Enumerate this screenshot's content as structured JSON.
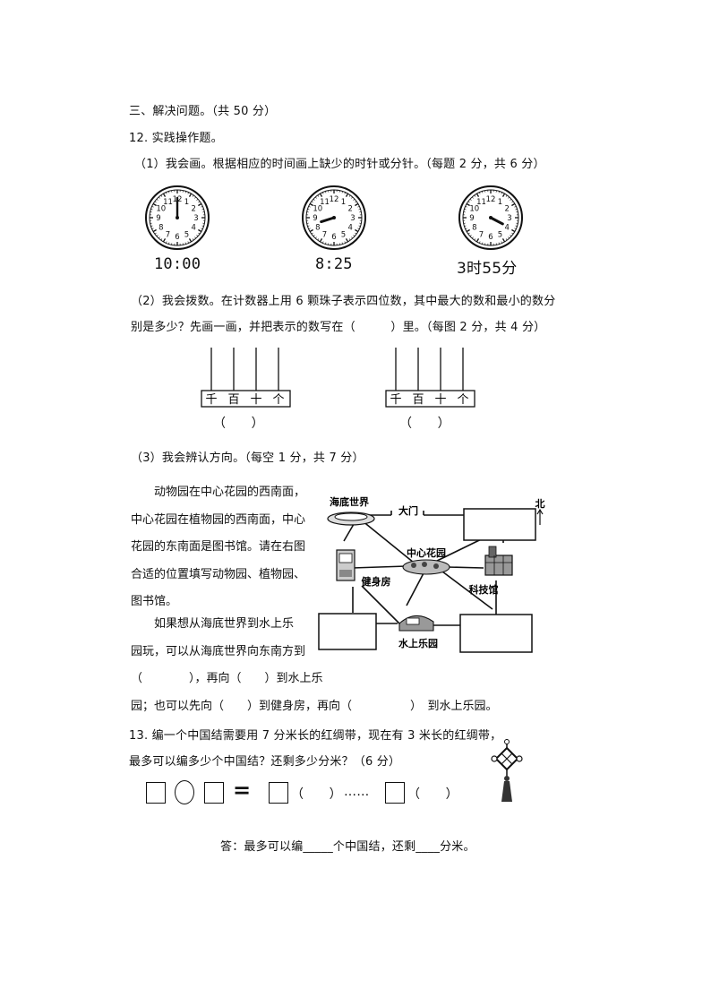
{
  "section": {
    "title": "三、解决问题。（共 50 分）"
  },
  "q12": {
    "title": "12. 实践操作题。",
    "part1": {
      "text": "（1）我会画。根据相应的时间画上缺少的时针或分针。（每题 2 分，共 6 分）",
      "clocks": [
        {
          "time": "10:00"
        },
        {
          "time": "8:25"
        },
        {
          "time": "3时55分"
        }
      ],
      "numbers": [
        "12",
        "1",
        "2",
        "3",
        "4",
        "5",
        "6",
        "7",
        "8",
        "9",
        "10",
        "11"
      ]
    },
    "part2": {
      "line1": "（2）我会拨数。在计数器上用 6 颗珠子表示四位数，其中最大的数和最小的数分",
      "line2": "别是多少？先画一画，并把表示的数写在（　　　）里。（每图 2 分，共 4 分）",
      "abacus": [
        {
          "labels": [
            "千",
            "百",
            "十",
            "个"
          ],
          "answer": "（　　）"
        },
        {
          "labels": [
            "千",
            "百",
            "十",
            "个"
          ],
          "answer": "（　　）"
        }
      ]
    },
    "part3": {
      "text": "（3）我会辨认方向。（每空 1 分，共 7 分）",
      "para1": [
        "　　动物园在中心花园的西南面，",
        "中心花园在植物园的西南面，中心",
        "花园的东南面是图书馆。请在右图",
        "合适的位置填写动物园、植物园、",
        "图书馆。"
      ],
      "para2": [
        "　　如果想从海底世界到水上乐",
        "园玩，可以从海底世界向东南方到",
        "（　　　　），再向（　　）到水上乐",
        "园；也可以先向（　　）到健身房，再向（　　　　　）　到水上乐园。"
      ],
      "map": {
        "haidi": "海底世界",
        "damen": "大门",
        "bei": "北",
        "zhongxin": "中心花园",
        "jianshen": "健身房",
        "keji": "科技馆",
        "shuishang": "水上乐园"
      }
    }
  },
  "q13": {
    "line1": "13. 编一个中国结需要用 7 分米长的红绸带，现在有 3 米长的红绸带，",
    "line2": "最多可以编多少个中国结？还剩多少分米？（6 分）",
    "equals": "=",
    "paren1": "（　　）",
    "dots": "……",
    "paren2": "（　　）",
    "answer": "答：最多可以编_____个中国结，还剩____分米。"
  }
}
